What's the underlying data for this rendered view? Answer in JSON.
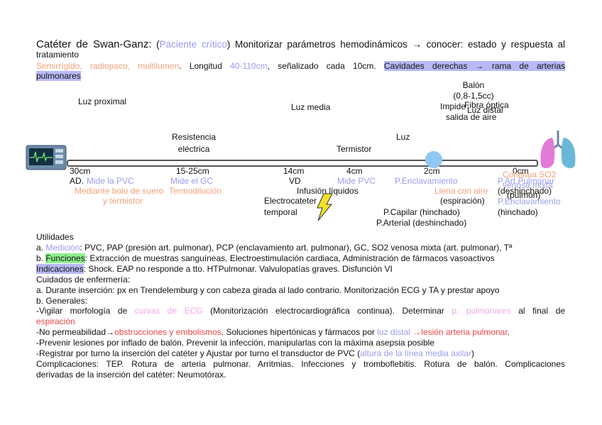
{
  "header": {
    "title": "Catéter de Swan-Ganz:",
    "paren_open": " (",
    "critical": "Paciente crítico",
    "paren_close": ")",
    "monitor": " Monitorizar parámetros hemodinámicos → conocer: estado y respuesta al",
    "monitor2": "tratamiento",
    "props": "Semirrígido, radiopaco, multilumen",
    "length_pre": ". Longitud ",
    "length": "40-110cm",
    "length_post": ", señalizado cada 10cm. ",
    "cavities": "Cavidades derechas → rama de arterias",
    "cavities2": "pulmonares"
  },
  "diagram": {
    "luz_proximal": "Luz proximal",
    "luz_media": "Luz media",
    "resistencia": "Resistencia",
    "electrica": "eléctrica",
    "termistor": "Termistor",
    "luz_top": "Luz",
    "balon": "Balón",
    "balon_vol": "(0,8-1,5cc)",
    "impide": "Impide",
    "impide2": "salida de aire",
    "fibra": "Fibra óptica",
    "luz_distal": "Luz distal",
    "m30": "30cm",
    "m30_loc": "AD.",
    "m30_desc": "Mide la PVC",
    "m30_sub": "Mediante bolo de suero",
    "m30_sub2": "y termistor",
    "m15": "15-25cm",
    "m15_desc": "Mide el GC",
    "m15_sub": "Termodilución",
    "m14": "14cm",
    "m14_loc": "VD",
    "m14_sub": "Infusión líquidos",
    "m14_el": "Electrocateter",
    "m14_el2": "temporal",
    "m4": "4cm",
    "m4_desc": "Mide PVC",
    "m2": "2cm",
    "m2_desc": "P.Enclavamiento",
    "m2_air": "Llena con aire",
    "m2_esp": "(espiración)",
    "m2_cap": "P.Capilar (hinchado)",
    "m2_art": "P.Arterial (deshinchado)",
    "m0": "0cm",
    "m0_ap": "P.Art.Pulmonar",
    "m0_cont": "Continua SO2",
    "m0_ven": "venosa mixta",
    "m0_desh": "(deshinchado)",
    "m0_pulm": "(pulmón)",
    "m0_encl": "P.Enclavamiento",
    "m0_hinch": "(hinchado)"
  },
  "body": {
    "utilidades": "Utilidades",
    "a_pre": "a. ",
    "a_key": "Medición",
    "a_text": ": PVC, PAP (presión art. pulmonar), PCP (enclavamiento art. pulmonar), GC, SO2 venosa mixta (art. pulmonar), Tª",
    "b_pre": "b. ",
    "b_key": "Funciones",
    "b_text": ": Extracción de muestras sanguíneas, Electroestimulación cardiaca, Administración de fármacos vasoactivos",
    "c_key": "Indicaciones",
    "c_text": ": Shock. EAP no responde a tto. HTPulmonar. Valvulopatías graves. Disfunción VI",
    "cuidados": "Cuidados de enfermería:",
    "cu_a": "a. Durante inserción: px en Trendelemburg y con cabeza girada al lado contrario. Monitorización ECG y TA y prestar apoyo",
    "cu_b": "b. Generales:",
    "v1_pre": "-Vigilar morfología de ",
    "v1_ecg": "curvas de ECG",
    "v1_mid": " (Monitorización electrocardiográfica continua). Determinar ",
    "v1_pulm": "p. pulmonares",
    "v1_post": " al final de",
    "v1_2": "espiración",
    "v2_pre": "-No permeabilidad→",
    "v2_obs": "obstrucciones y embolismos",
    "v2_mid": ". Soluciones hipertónicas y fármacos por ",
    "v2_luz": "luz distal",
    "v2_arrow": " →",
    "v2_les": "lesión arteria pulmonar",
    "v2_end": ".",
    "v3": "-Prevenir lesiones por inflado de balón. Prevenir la infección, manipularlas con la máxima asepsia posible",
    "v4_pre": "-Registrar por turno la inserción del catéter y Ajustar por turno el transductor de PVC (",
    "v4_alt": "altura de la línea media axilar",
    "v4_post": ")",
    "comp": "Complicaciones: TEP. Rotura de arteria pulmonar. Arritmias. Infecciones y tromboflebitis. Rotura de balón. Complicaciones",
    "comp2": "derivadas de la inserción del catéter: Neumotórax."
  },
  "icons": [
    "monitor-icon",
    "lightning-icon",
    "lungs-icon"
  ],
  "colors": {
    "accent_lav": "#9b9bf0",
    "accent_orange": "#f4a07a",
    "accent_red": "#ee4444",
    "highlight_lav": "#b9b9f6",
    "highlight_green": "#8ef08e",
    "balloon": "#8ec8f2"
  }
}
